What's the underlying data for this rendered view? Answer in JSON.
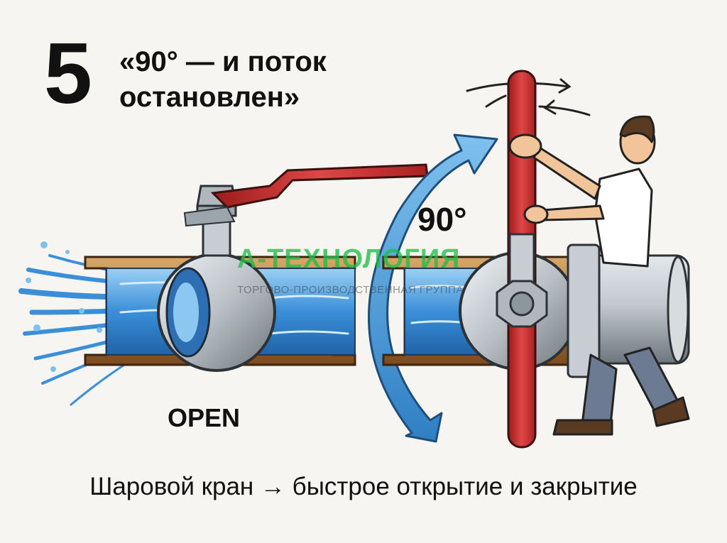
{
  "header": {
    "number": "5",
    "headline_line1": "«90° — и поток",
    "headline_line2": "остановлен»"
  },
  "labels": {
    "open": "OPEN",
    "angle": "90°"
  },
  "caption": "Шаровой кран → быстрое открытие и закрытие",
  "watermark": {
    "brand": "А-ТЕХНОЛОГИЯ",
    "subtitle": "ТОРГОВО-ПРОИЗВОДСТВЕННАЯ ГРУППА"
  },
  "colors": {
    "handle_red": "#c62828",
    "water_blue": "#3a8fd8",
    "brass": "#a4692f",
    "steel": "#b8bec4",
    "watermark_green": "#1ebe46"
  },
  "icons": {
    "rotation_arrow": "curved-double-arrow-icon",
    "water_stream": "water-splash-icon"
  }
}
